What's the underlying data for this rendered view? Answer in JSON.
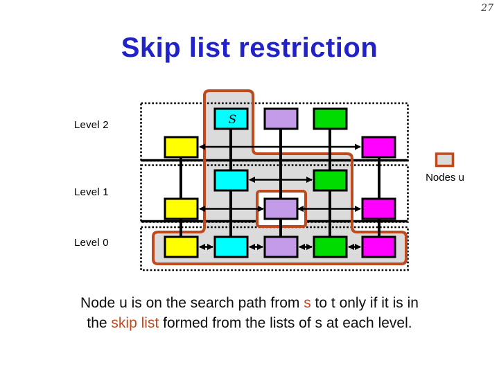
{
  "page_number": "27",
  "title": "Skip list restriction",
  "colors": {
    "title": "#2222cb",
    "accent": "#be4a1e",
    "path_fill": "#dbdbdb",
    "node_yellow": "#ffff00",
    "node_cyan": "#00ffff",
    "node_lavender": "#c49be8",
    "node_green": "#00dc00",
    "node_magenta": "#ff00ff"
  },
  "diagram": {
    "levels": [
      {
        "label": "Level 2"
      },
      {
        "label": "Level 1"
      },
      {
        "label": "Level 0"
      }
    ],
    "legend": {
      "label": "Nodes u"
    },
    "nodes": [
      {
        "level": 2,
        "row": "2t",
        "col": 1,
        "color": "cyan",
        "label": "S"
      },
      {
        "level": 2,
        "row": "2t",
        "col": 2,
        "color": "lavender"
      },
      {
        "level": 2,
        "row": "2t",
        "col": 3,
        "color": "green"
      },
      {
        "level": 2,
        "row": "2b",
        "col": 0,
        "color": "yellow"
      },
      {
        "level": 2,
        "row": "2b",
        "col": 4,
        "color": "magenta"
      },
      {
        "level": 1,
        "row": "1t",
        "col": 1,
        "color": "cyan"
      },
      {
        "level": 1,
        "row": "1t",
        "col": 3,
        "color": "green"
      },
      {
        "level": 1,
        "row": "1b",
        "col": 0,
        "color": "yellow"
      },
      {
        "level": 1,
        "row": "1b",
        "col": 2,
        "color": "lavender",
        "highlighted": true
      },
      {
        "level": 1,
        "row": "1b",
        "col": 4,
        "color": "magenta"
      },
      {
        "level": 0,
        "row": "0",
        "col": 0,
        "color": "yellow"
      },
      {
        "level": 0,
        "row": "0",
        "col": 1,
        "color": "cyan"
      },
      {
        "level": 0,
        "row": "0",
        "col": 2,
        "color": "lavender"
      },
      {
        "level": 0,
        "row": "0",
        "col": 3,
        "color": "green"
      },
      {
        "level": 0,
        "row": "0",
        "col": 4,
        "color": "magenta"
      }
    ]
  },
  "caption": {
    "line1": [
      {
        "text": "Node u is on the search path from "
      },
      {
        "text": "s",
        "accent": true
      },
      {
        "text": " to t only if it is in"
      }
    ],
    "line2": [
      {
        "text": "the "
      },
      {
        "text": "skip list",
        "accent": true
      },
      {
        "text": " formed from the lists of s at each level."
      }
    ]
  }
}
